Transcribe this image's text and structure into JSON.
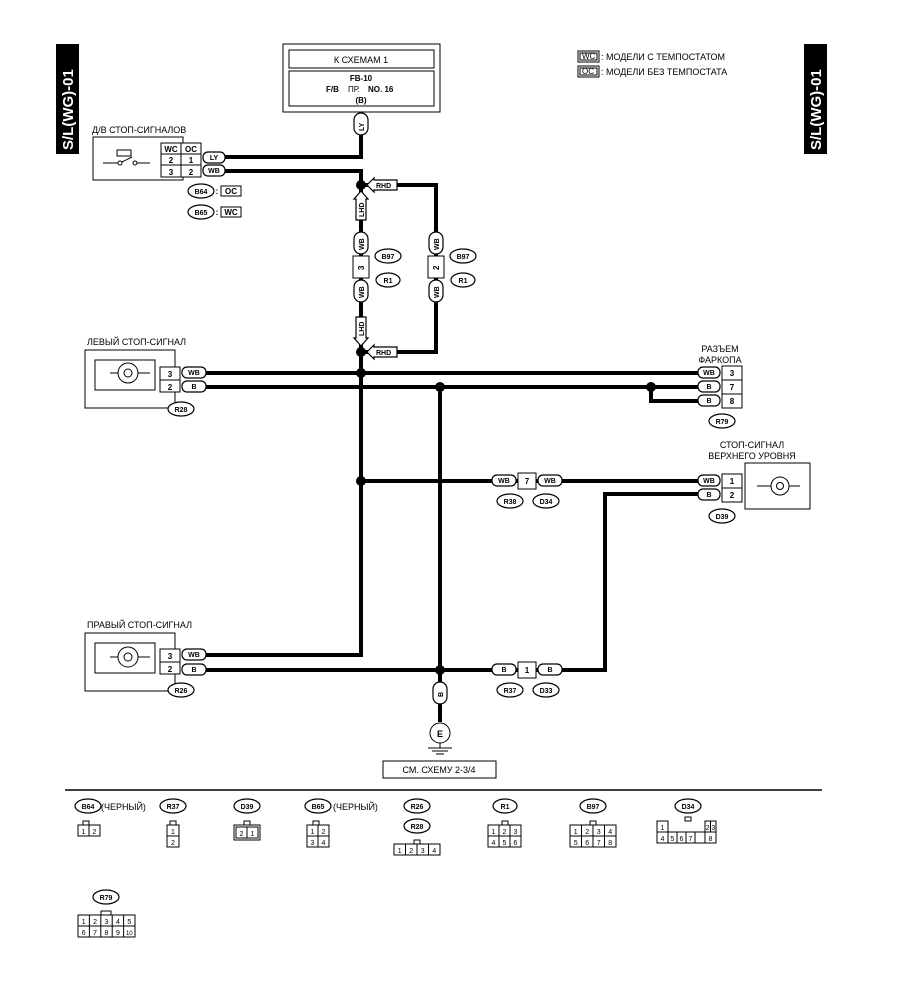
{
  "page_code": "S/L(WG)-01",
  "legend": {
    "wc_code": "WC",
    "wc_text": ": МОДЕЛИ С ТЕМПОСТАТОМ",
    "oc_code": "OC",
    "oc_text": ": МОДЕЛИ БЕЗ ТЕМПОСТАТА"
  },
  "source_box": {
    "title": "К СХЕМАМ 1",
    "fuse": "FB-10",
    "fb_label": "F/B",
    "pr_label": "ПР.",
    "no_label": "NO. 16",
    "conn": "(B)"
  },
  "brake_switch": {
    "label": "Д/В СТОП-СИГНАЛОВ",
    "col_wc": "WC",
    "col_oc": "OC",
    "r1_wc": "2",
    "r1_oc": "1",
    "r2_wc": "3",
    "r2_oc": "2",
    "wire1": "LY",
    "wire2": "WB",
    "conn1": "B64",
    "conn1_tag": "OC",
    "conn2": "B65",
    "conn2_tag": "WC"
  },
  "top_wire": "LY",
  "rhd": "RHD",
  "lhd": "LHD",
  "left_join": {
    "wire_top": "WB",
    "pin": "3",
    "wire_bot": "WB",
    "conn1": "B97",
    "conn2": "R1"
  },
  "right_join": {
    "wire_top": "WB",
    "pin": "2",
    "wire_bot": "WB",
    "conn1": "B97",
    "conn2": "R1"
  },
  "left_lamp": {
    "label": "ЛЕВЫЙ СТОП-СИГНАЛ",
    "p1": "3",
    "w1": "WB",
    "p2": "2",
    "w2": "B",
    "conn": "R28"
  },
  "right_lamp": {
    "label": "ПРАВЫЙ СТОП-СИГНАЛ",
    "p1": "3",
    "w1": "WB",
    "p2": "2",
    "w2": "B",
    "conn": "R26"
  },
  "trailer": {
    "label1": "РАЗЪЕМ",
    "label2": "ФАРКОПА",
    "w1": "WB",
    "p1": "3",
    "w2": "B",
    "p2": "7",
    "w3": "B",
    "p3": "8",
    "conn": "R79"
  },
  "high_lamp": {
    "label1": "СТОП-СИГНАЛ",
    "label2": "ВЕРХНЕГО УРОВНЯ",
    "w1": "WB",
    "p1": "1",
    "w2": "B",
    "p2": "2",
    "conn": "D39"
  },
  "mid_join": {
    "w1": "WB",
    "pin": "7",
    "w2": "WB",
    "conn1": "R38",
    "conn2": "D34"
  },
  "bot_join": {
    "w1": "B",
    "pin": "1",
    "w2": "B",
    "conn1": "R37",
    "conn2": "D33"
  },
  "ground": {
    "wire": "B",
    "symbol": "E",
    "ref": "СМ. СХЕМУ 2-3/4"
  },
  "connectors": {
    "b64": {
      "name": "B64",
      "note": "(ЧЕРНЫЙ)",
      "pins": [
        "1",
        "2"
      ]
    },
    "r37": {
      "name": "R37",
      "pins": [
        "1",
        "2"
      ]
    },
    "d39": {
      "name": "D39",
      "pins": [
        "2",
        "1"
      ]
    },
    "b65": {
      "name": "B65",
      "note": "(ЧЕРНЫЙ)",
      "pins": [
        "1",
        "2",
        "3",
        "4"
      ]
    },
    "r26": {
      "name": "R26",
      "name2": "R28",
      "pins": [
        "1",
        "2",
        "3",
        "4"
      ]
    },
    "r1": {
      "name": "R1",
      "pins": [
        "1",
        "2",
        "3",
        "4",
        "5",
        "6"
      ]
    },
    "b97": {
      "name": "B97",
      "pins": [
        "1",
        "2",
        "3",
        "4",
        "5",
        "6",
        "7",
        "8"
      ]
    },
    "d34": {
      "name": "D34",
      "pins": [
        "1",
        "2",
        "3",
        "4",
        "5",
        "6",
        "7",
        "8"
      ]
    },
    "r79": {
      "name": "R79",
      "pins": [
        "1",
        "2",
        "3",
        "4",
        "5",
        "6",
        "7",
        "8",
        "9",
        "10"
      ]
    }
  }
}
